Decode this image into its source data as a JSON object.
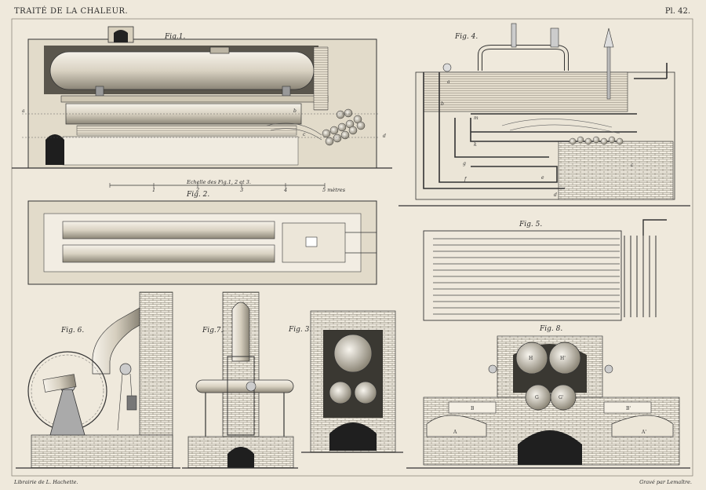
{
  "plate": {
    "title": "TRAITÉ DE LA CHALEUR.",
    "plate_number": "Pl. 42.",
    "publisher": "Librairie de L. Hachette.",
    "engraver": "Gravé par Lemaître."
  },
  "figures": {
    "fig1": "Fig.1.",
    "fig2": "Fig. 2.",
    "fig3": "Fig. 3.",
    "fig4": "Fig. 4.",
    "fig5": "Fig. 5.",
    "fig6": "Fig. 6.",
    "fig7": "Fig.7.",
    "fig8": "Fig. 8."
  },
  "scale": {
    "caption": "Echelle des Fig.1, 2 et 3.",
    "marks": [
      "1",
      "2",
      "3",
      "4",
      "5 mètres"
    ]
  },
  "letters": {
    "fig1": [
      "a",
      "b",
      "c",
      "d"
    ],
    "fig4": [
      "a",
      "m",
      "k",
      "g",
      "f",
      "e",
      "b",
      "c",
      "d"
    ],
    "fig8": [
      "H",
      "H'",
      "G",
      "G'",
      "B",
      "B'",
      "A",
      "A'"
    ]
  }
}
